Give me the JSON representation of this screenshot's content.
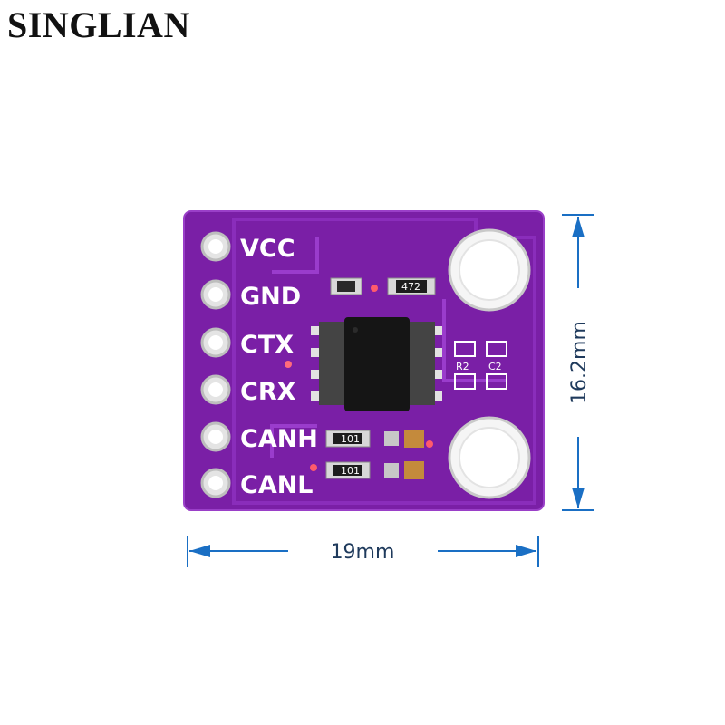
{
  "brand": {
    "name": "SINGLIAN"
  },
  "board": {
    "pins": [
      "VCC",
      "GND",
      "CTX",
      "CRX",
      "CANH",
      "CANL"
    ],
    "silkscreen": {
      "resistor_code": "472",
      "r_label": "R2",
      "c_label": "C2",
      "small_code": "101"
    },
    "colors": {
      "pcb": "#7a1fa6",
      "pcb_edge": "#8d2cbb",
      "chip": "#151515",
      "pad": "#e4e4e4"
    }
  },
  "dimensions": {
    "width_label": "19mm",
    "height_label": "16.2mm",
    "color": "#1a6fc4"
  }
}
